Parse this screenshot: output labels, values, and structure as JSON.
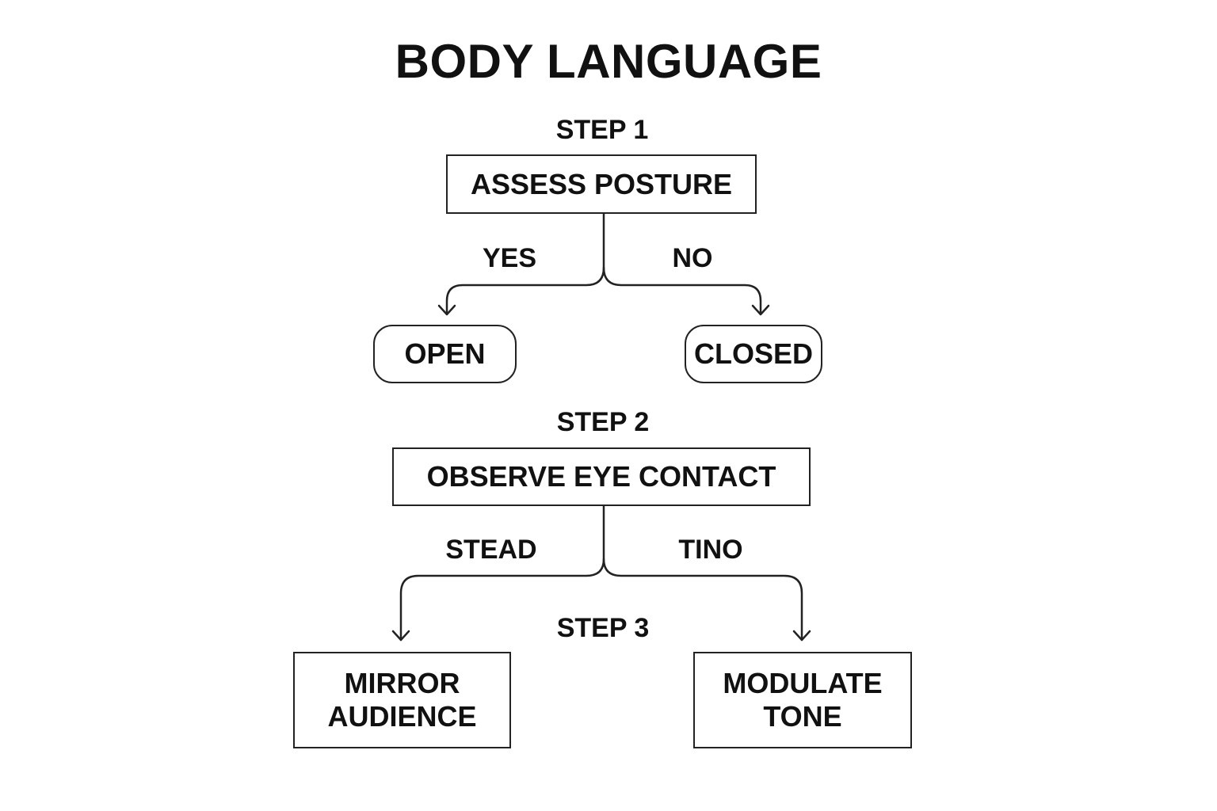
{
  "title": "BODY LANGUAGE",
  "steps": {
    "step1": "STEP 1",
    "step2": "STEP 2",
    "step3": "STEP 3"
  },
  "nodes": {
    "assess_posture": "ASSESS POSTURE",
    "open": "OPEN",
    "closed": "CLOSED",
    "observe_eye_contact": "OBSERVE EYE CONTACT",
    "mirror_audience_line1": "MIRROR",
    "mirror_audience_line2": "AUDIENCE",
    "modulate_tone_line1": "MODULATE",
    "modulate_tone_line2": "TONE"
  },
  "branches": {
    "yes": "YES",
    "no": "NO",
    "stead": "STEAD",
    "tino": "TINO"
  },
  "colors": {
    "stroke": "#222222",
    "text": "#111111",
    "background": "#ffffff"
  }
}
